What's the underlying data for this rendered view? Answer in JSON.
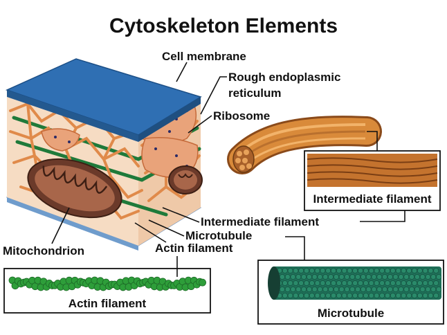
{
  "title": "Cytoskeleton Elements",
  "labels": {
    "cell_membrane": "Cell membrane",
    "rough_er_line1": "Rough endoplasmic",
    "rough_er_line2": "reticulum",
    "ribosome": "Ribosome",
    "intermediate_filament_inset": "Intermediate filament",
    "intermediate_filament": "Intermediate filament",
    "microtubule": "Microtubule",
    "mitochondrion": "Mitochondrion",
    "actin_filament": "Actin filament",
    "actin_filament_inset": "Actin filament",
    "microtubule_inset": "Microtubule"
  },
  "colors": {
    "membrane_top": "#2f6fb3",
    "membrane_bottom": "#8fb8e6",
    "cytoplasm": "#f3c9a6",
    "er": "#e08a4a",
    "ribosome": "#2a2a66",
    "microtubule_green": "#1f7a3a",
    "mitochondrion": "#6b3a2a",
    "actin_bead": "#2e9e3a",
    "inset_microtubule": "#2a8a6a",
    "intermediate_rope": "#d98a3a"
  }
}
